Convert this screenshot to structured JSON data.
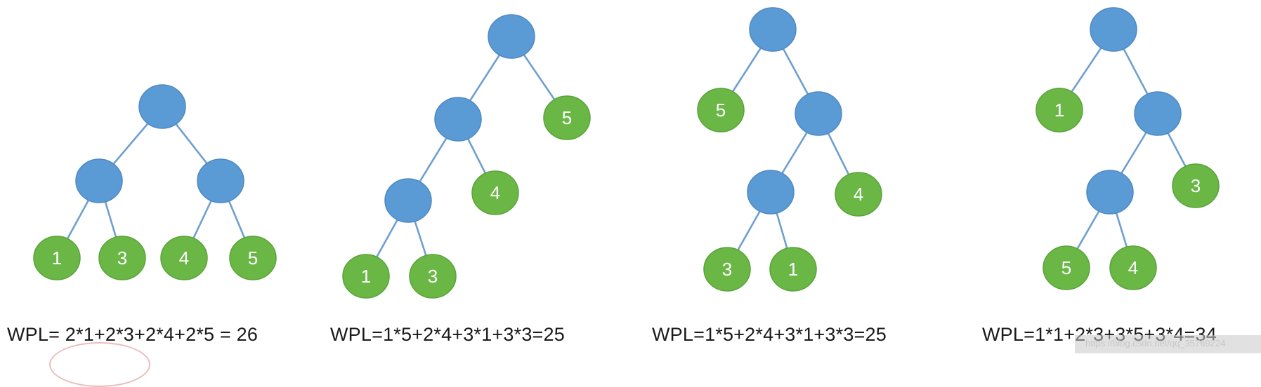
{
  "colors": {
    "inner_node": "#5b9bd5",
    "leaf_node": "#6ab746",
    "edge": "#6e9fd0",
    "leaf_text": "#ffffff"
  },
  "trees": [
    {
      "leaf_labels": [
        "1",
        "3",
        "4",
        "5"
      ],
      "formula": "WPL= 2*1+2*3+2*4+2*5 = 26"
    },
    {
      "leaf_labels": [
        "5",
        "4",
        "1",
        "3"
      ],
      "formula": "WPL=1*5+2*4+3*1+3*3=25"
    },
    {
      "leaf_labels": [
        "5",
        "4",
        "3",
        "1"
      ],
      "formula": "WPL=1*5+2*4+3*1+3*3=25"
    },
    {
      "leaf_labels": [
        "1",
        "3",
        "5",
        "4"
      ],
      "formula": "WPL=1*1+2*3+3*5+3*4=34"
    }
  ],
  "watermark": "https://blog.csdn.net/qq_35769224"
}
